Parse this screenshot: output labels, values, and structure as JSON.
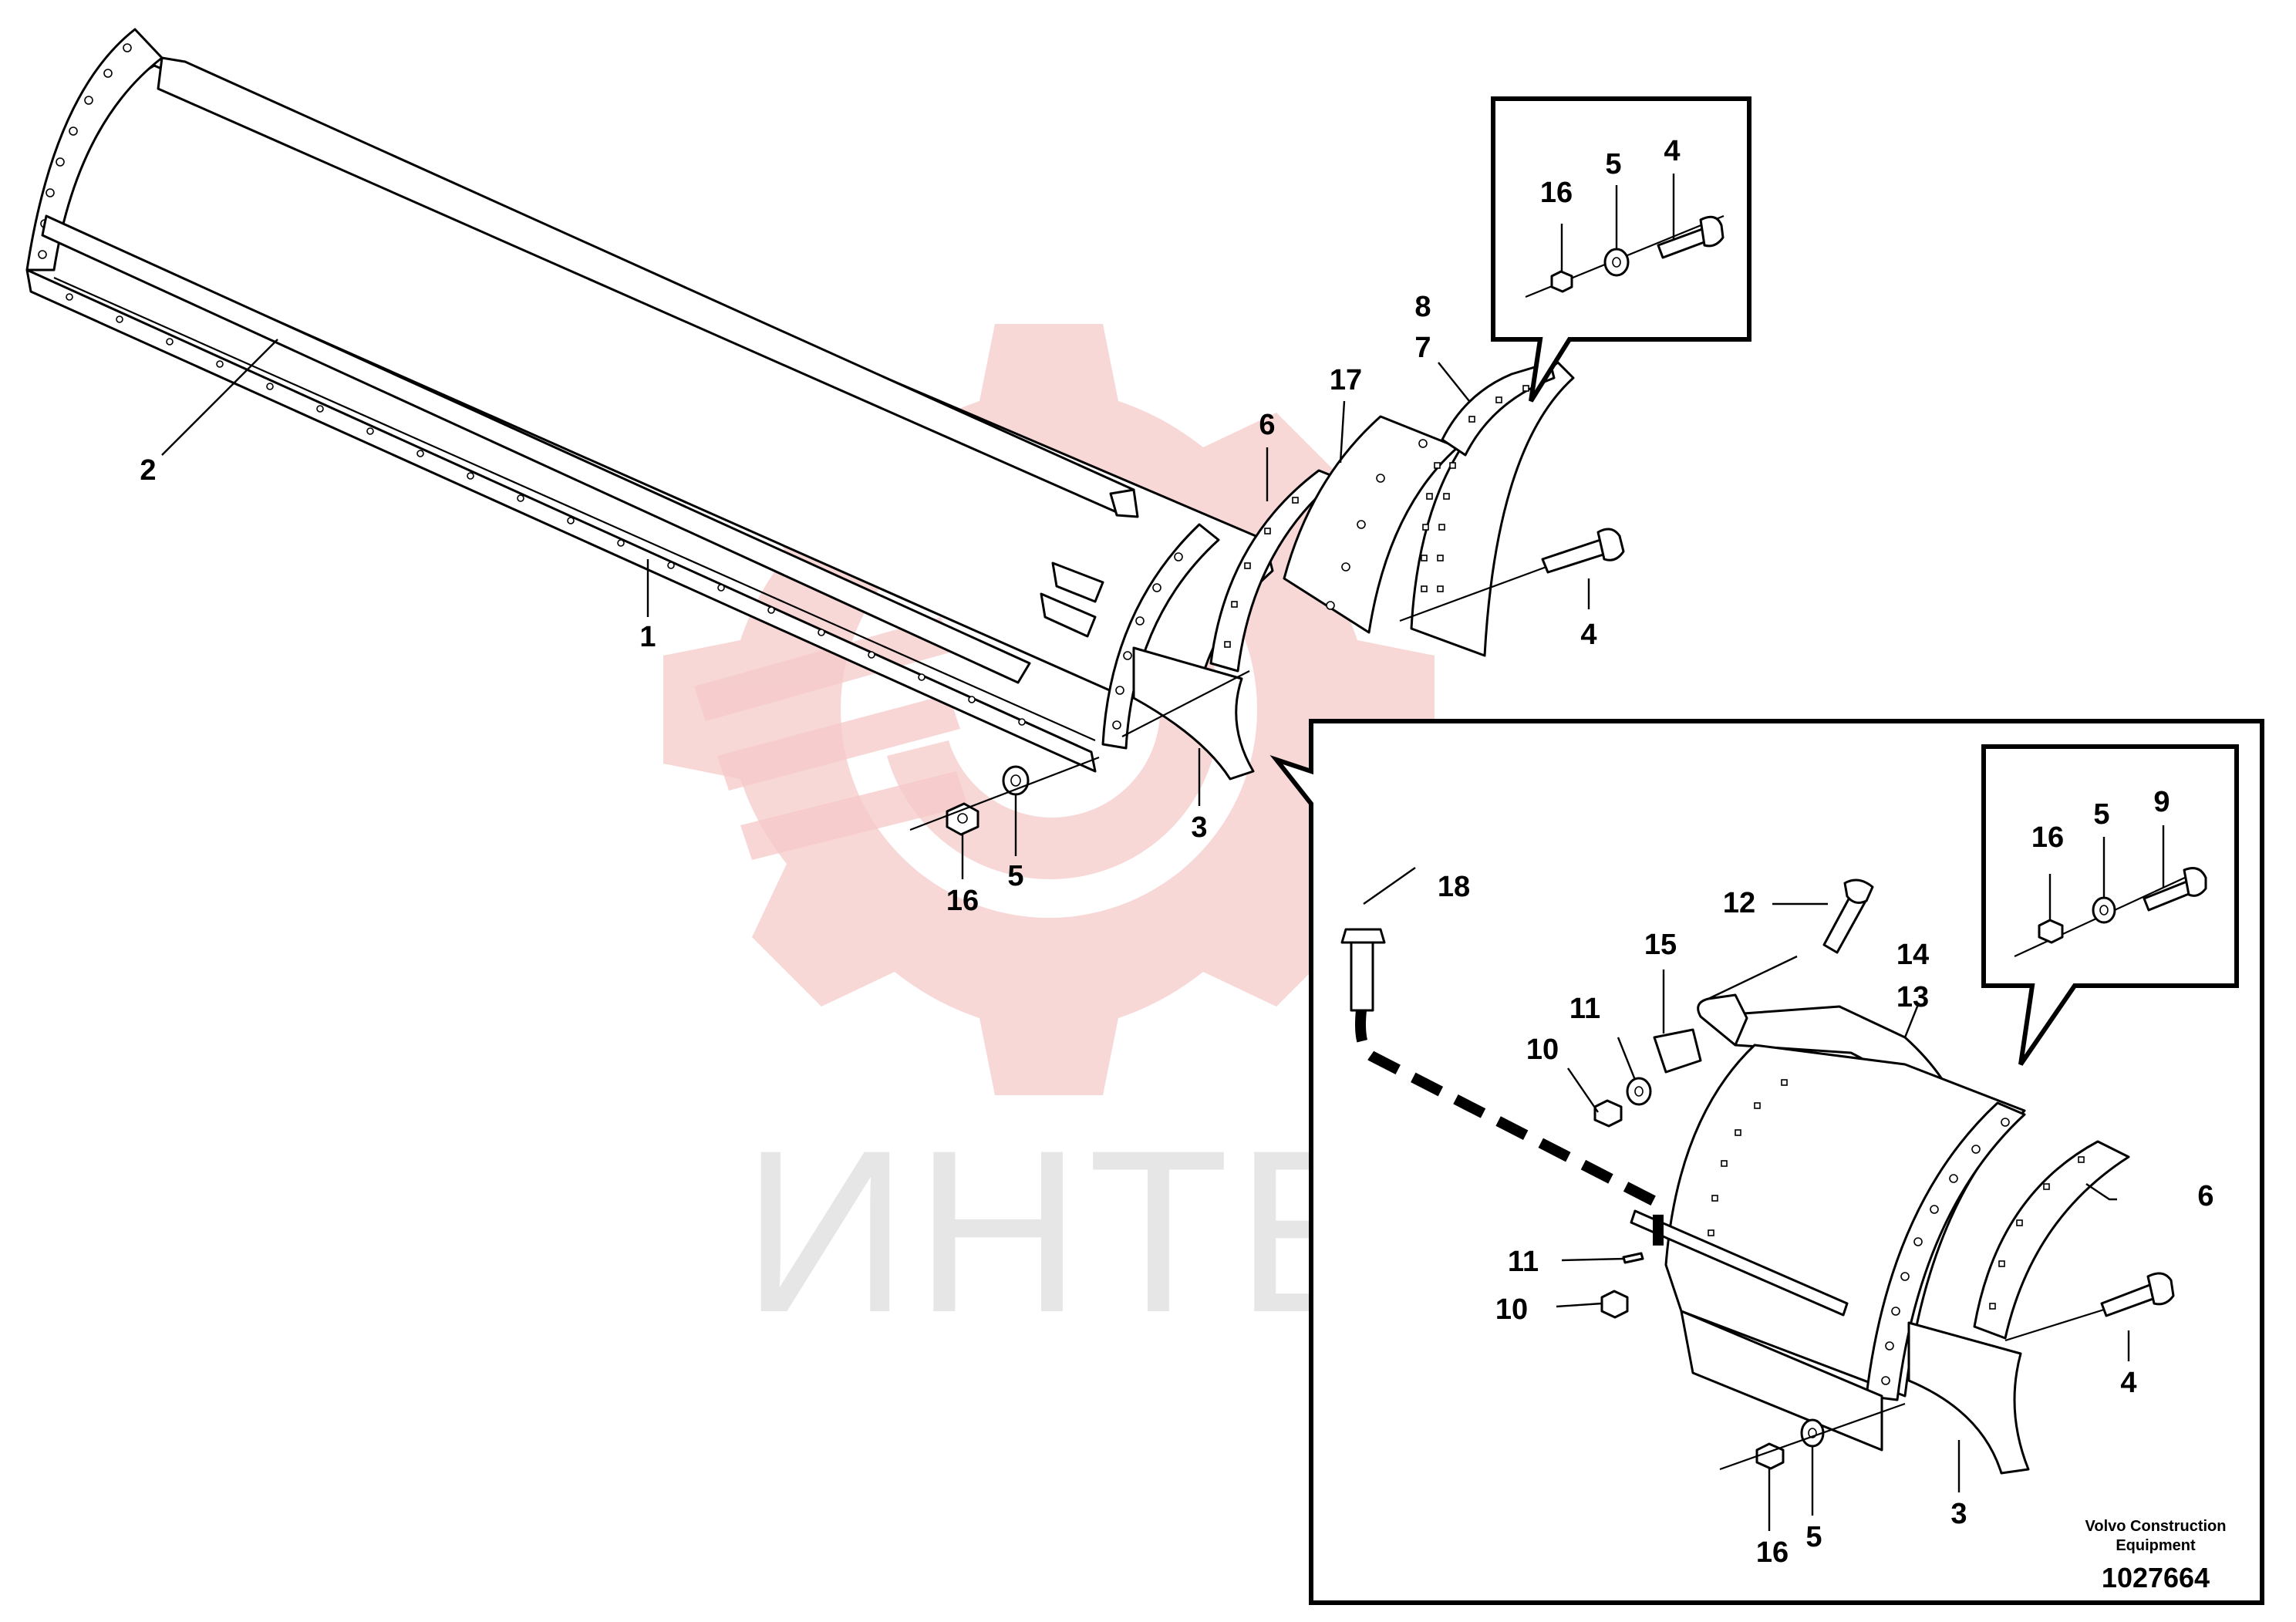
{
  "watermark": {
    "text": "ИНТЕХ",
    "color": "#f2b8b8"
  },
  "callouts": {
    "c1": "1",
    "c2": "2",
    "c3_main": "3",
    "c5_main": "5",
    "c16_main": "16",
    "c6_main": "6",
    "c17": "17",
    "c8": "8",
    "c7": "7",
    "c4_main": "4",
    "c16_box1": "16",
    "c5_box1": "5",
    "c4_box1": "4",
    "c18": "18",
    "c12": "12",
    "c15": "15",
    "c14": "14",
    "c13": "13",
    "c11_top": "11",
    "c10_top": "10",
    "c11_bot": "11",
    "c10_bot": "10",
    "c6_det": "6",
    "c4_det": "4",
    "c3_det": "3",
    "c16_det": "16",
    "c5_det": "5",
    "c16_box2": "16",
    "c5_box2": "5",
    "c9_box2": "9"
  },
  "credit": {
    "line1": "Volvo Construction",
    "line2": "Equipment",
    "doc_number": "1027664"
  }
}
